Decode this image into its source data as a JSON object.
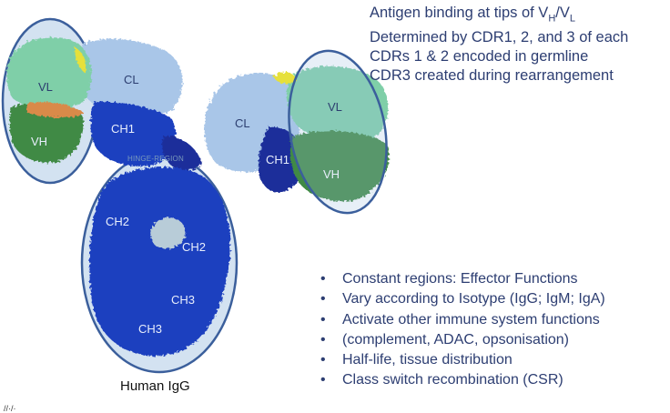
{
  "diagram": {
    "labels": {
      "vl_left": "VL",
      "vh_left": "VH",
      "cl_left": "CL",
      "ch1_left": "CH1",
      "hinge": "HINGE-REGION",
      "cl_right": "CL",
      "ch1_right": "CH1",
      "vl_right": "VL",
      "vh_right": "VH",
      "ch2_left": "CH2",
      "ch2_right": "CH2",
      "ch3_right": "CH3",
      "ch3_left": "CH3"
    },
    "caption": "Human IgG",
    "corner_mark": "//·/·"
  },
  "antigen_text": {
    "line1_prefix": "Antigen binding at tips of V",
    "line1_sub1": "H",
    "line1_mid": "/V",
    "line1_sub2": "L",
    "line2": "Determined by CDR1, 2, and 3 of each",
    "line3": "CDRs 1 & 2 encoded in germline",
    "line4": "CDR3 created during rearrangement"
  },
  "constant_regions": {
    "bullets": [
      "Constant regions: Effector Functions",
      "Vary according to Isotype (IgG; IgM; IgA)",
      "Activate other immune system functions",
      "(complement, ADAC, opsonisation)",
      "Half-life, tissue distribution",
      "Class switch recombination (CSR)"
    ]
  },
  "colors": {
    "light_green": "#7fcfa8",
    "dark_green": "#3f8a44",
    "light_blue": "#a9c6e8",
    "mid_blue": "#1e3fbf",
    "deep_blue": "#1a2f9a",
    "ellipse_fill": "#9ebfe0",
    "ellipse_stroke": "#3b5f9c",
    "text": "#2d3e72"
  }
}
